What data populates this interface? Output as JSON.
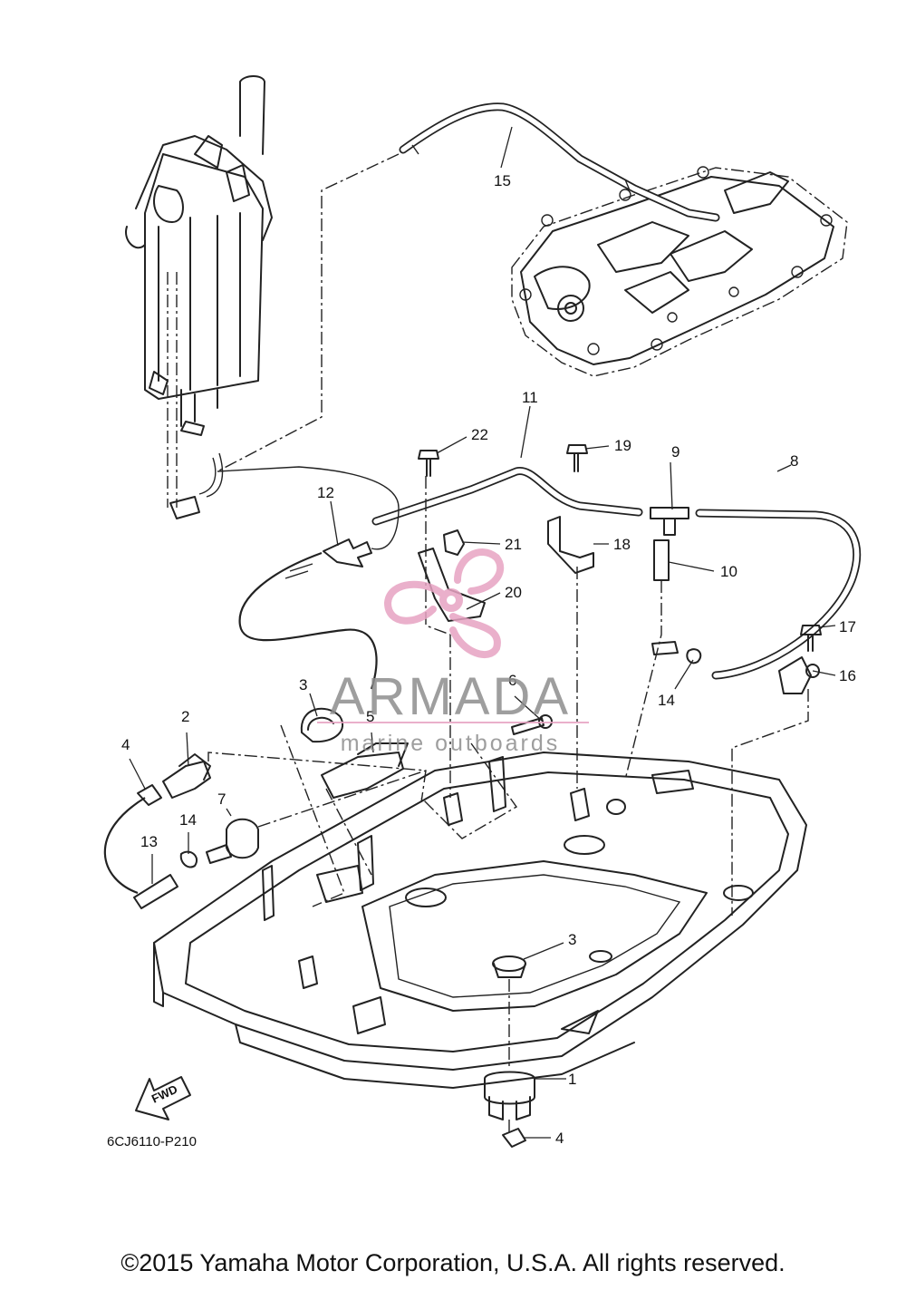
{
  "diagram": {
    "code": "6CJ6110-P210",
    "fwd_label": "FWD",
    "callouts": [
      {
        "id": "c15",
        "label": "15"
      },
      {
        "id": "c22",
        "label": "22"
      },
      {
        "id": "c11",
        "label": "11"
      },
      {
        "id": "c19",
        "label": "19"
      },
      {
        "id": "c9",
        "label": "9"
      },
      {
        "id": "c8",
        "label": "8"
      },
      {
        "id": "c12",
        "label": "12"
      },
      {
        "id": "c21",
        "label": "21"
      },
      {
        "id": "c18",
        "label": "18"
      },
      {
        "id": "c10",
        "label": "10"
      },
      {
        "id": "c20",
        "label": "20"
      },
      {
        "id": "c17",
        "label": "17"
      },
      {
        "id": "c16",
        "label": "16"
      },
      {
        "id": "c14a",
        "label": "14"
      },
      {
        "id": "c3a",
        "label": "3"
      },
      {
        "id": "c6",
        "label": "6"
      },
      {
        "id": "c2",
        "label": "2"
      },
      {
        "id": "c5",
        "label": "5"
      },
      {
        "id": "c4a",
        "label": "4"
      },
      {
        "id": "c7",
        "label": "7"
      },
      {
        "id": "c14b",
        "label": "14"
      },
      {
        "id": "c13",
        "label": "13"
      },
      {
        "id": "c3b",
        "label": "3"
      },
      {
        "id": "c1",
        "label": "1"
      },
      {
        "id": "c4b",
        "label": "4"
      }
    ]
  },
  "watermark": {
    "title": "ARMADA",
    "subtitle": "marine outboards",
    "logo_color": "#e7a3c2",
    "text_color": "#8e8e8e"
  },
  "footer": {
    "copyright": "©2015 Yamaha Motor Corporation, U.S.A. All rights reserved."
  }
}
